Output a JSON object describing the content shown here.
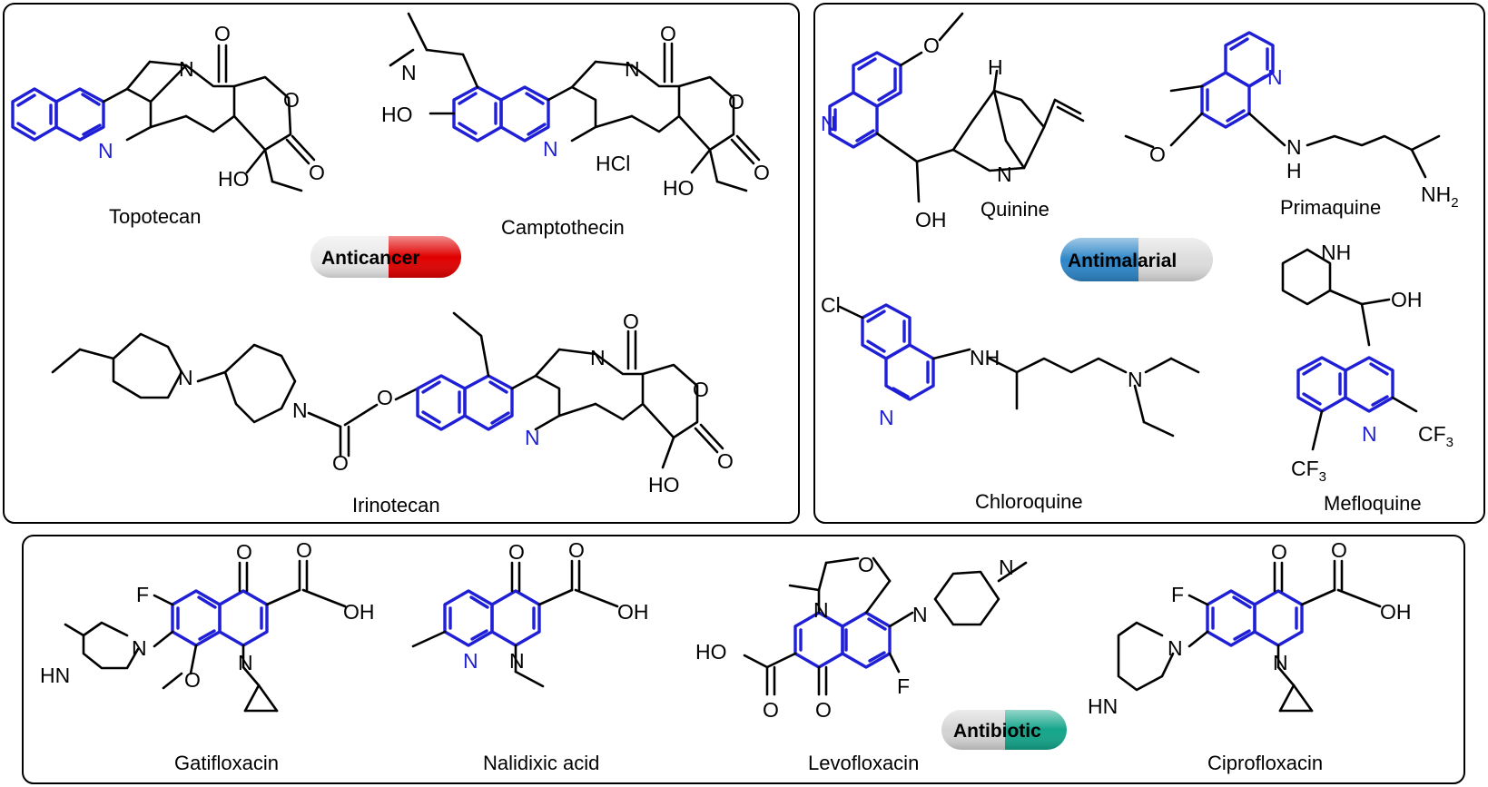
{
  "panels": {
    "anticancer": {
      "class_label": "Anticancer",
      "capsule_colors": [
        "#e9e9e9",
        "#e00000"
      ],
      "drugs": [
        "Topotecan",
        "Camptothecin",
        "Irinotecan"
      ],
      "salt": "HCl"
    },
    "antimalarial": {
      "class_label": "Antimalarial",
      "capsule_colors": [
        "#2e86c8",
        "#dcdcdc"
      ],
      "drugs": [
        "Quinine",
        "Primaquine",
        "Chloroquine",
        "Mefloquine"
      ]
    },
    "antibiotic": {
      "class_label": "Antibiotic",
      "capsule_colors": [
        "#d4d4d4",
        "#14a58a"
      ],
      "drugs": [
        "Gatifloxacin",
        "Nalidixic acid",
        "Levofloxacin",
        "Ciprofloxacin"
      ]
    }
  },
  "atoms": {
    "N": "N",
    "O": "O",
    "OH": "OH",
    "HO": "HO",
    "F": "F",
    "Cl": "Cl",
    "H": "H",
    "NH": "NH",
    "HN": "HN",
    "NH2": "NH",
    "CF3": "CF",
    "sub2": "2",
    "sub3": "3"
  },
  "colors": {
    "quinoline_core": "#1f1fd6",
    "bonds": "#000000",
    "panel_border": "#000000"
  }
}
